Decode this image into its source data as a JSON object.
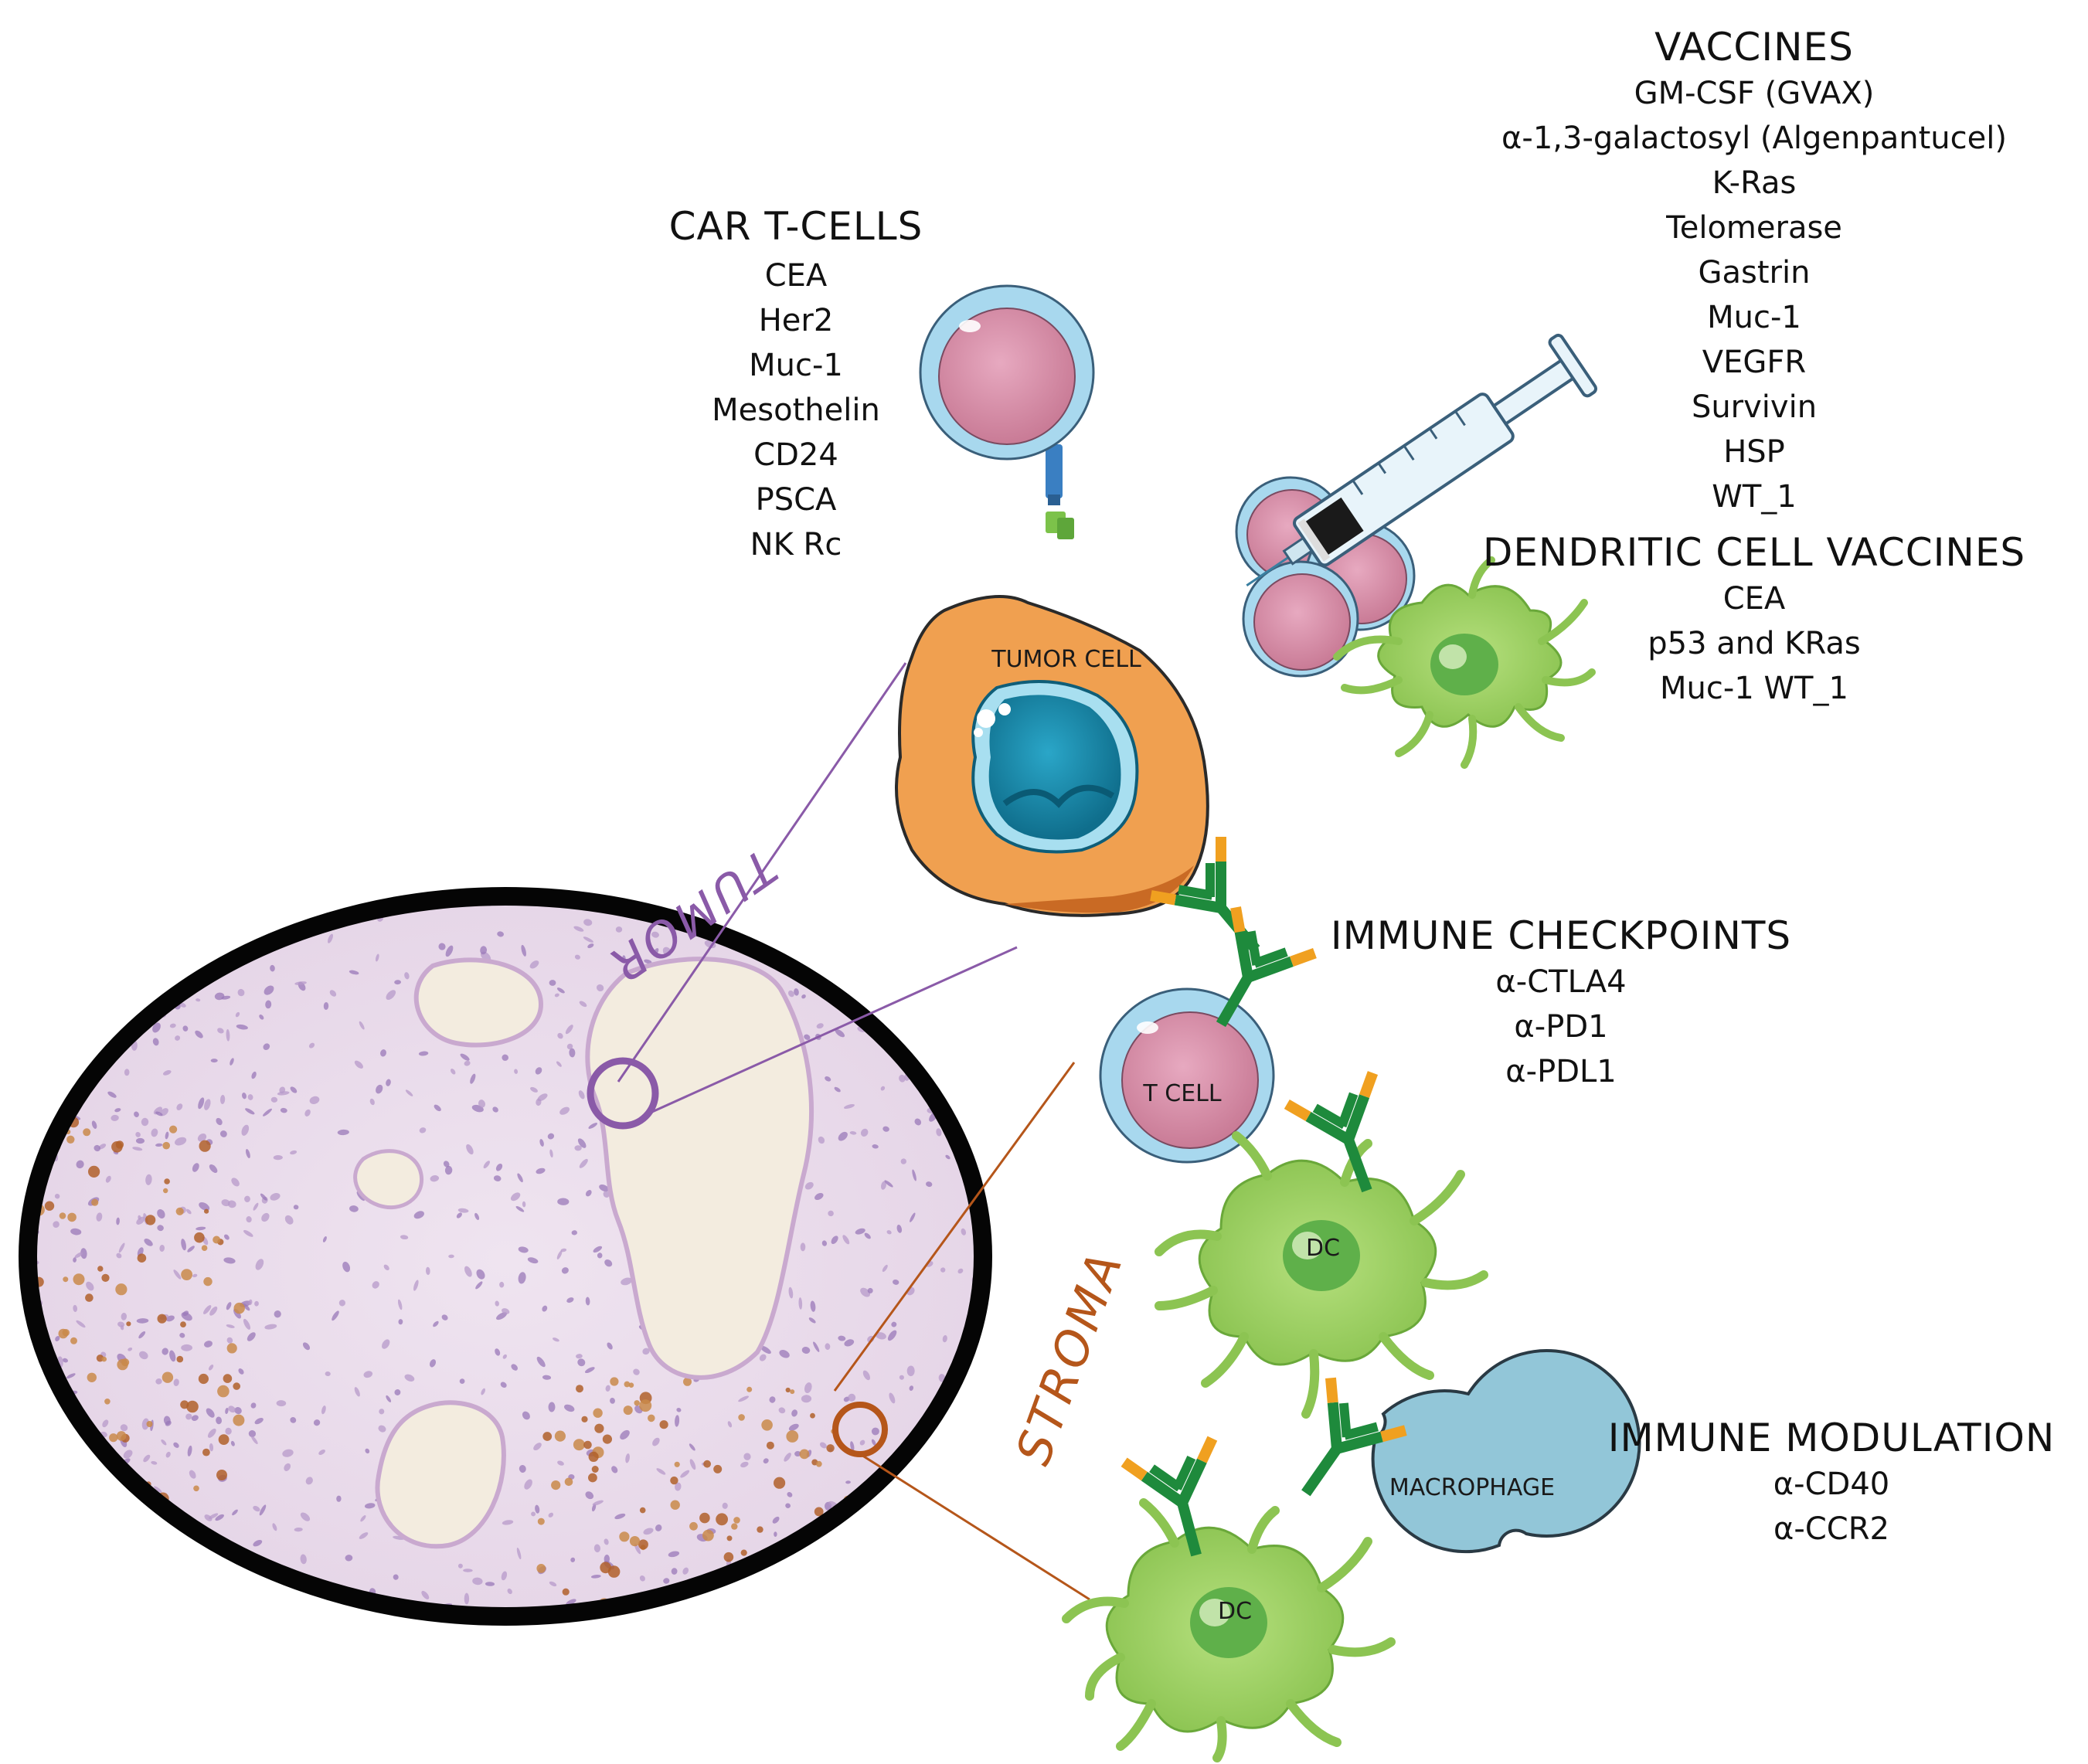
{
  "car_t_cells": {
    "title": "CAR T-CELLS",
    "items": [
      "CEA",
      "Her2",
      "Muc-1",
      "Mesothelin",
      "CD24",
      "PSCA",
      "NK Rc"
    ]
  },
  "vaccines": {
    "title": "VACCINES",
    "items": [
      "GM-CSF (GVAX)",
      "α-1,3-galactosyl (Algenpantucel)",
      "K-Ras",
      "Telomerase",
      "Gastrin",
      "Muc-1",
      "VEGFR",
      "Survivin",
      "HSP",
      "WT_1"
    ]
  },
  "dendritic_cell_vaccines": {
    "title": "DENDRITIC CELL VACCINES",
    "items": [
      "CEA",
      "p53 and KRas",
      "Muc-1 WT_1"
    ]
  },
  "immune_checkpoints": {
    "title": "IMMUNE CHECKPOINTS",
    "items": [
      "α-CTLA4",
      "α-PD1",
      "α-PDL1"
    ]
  },
  "immune_modulation": {
    "title": "IMMUNE MODULATION",
    "items": [
      "α-CD40",
      "α-CCR2"
    ]
  },
  "cells": {
    "tumor_cell": "TUMOR CELL",
    "t_cell": "T CELL",
    "dc_upper": "DC",
    "dc_lower": "DC",
    "macrophage": "MACROPHAGE"
  },
  "regions": {
    "tumor": "TUMOR",
    "stroma": "STROMA"
  },
  "colors": {
    "tumor_accent": "#8a5aa8",
    "stroma_accent": "#b5561a",
    "tumor_cell_body": "#f0a050",
    "nucleus": "#1b8fb0",
    "lymphocyte": "#d78fa8",
    "lymphocyte_rim": "#a8d8ee",
    "dendritic_cell": "#a6d86a",
    "macrophage": "#92c6d8",
    "antibody_green": "#1e8a3c",
    "antibody_orange": "#f0a020"
  }
}
